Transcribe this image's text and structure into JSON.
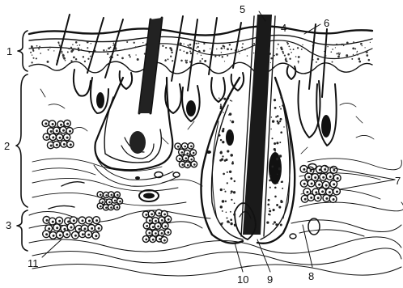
{
  "figure": {
    "labels": [
      {
        "id": "1",
        "text": "1"
      },
      {
        "id": "2",
        "text": "2"
      },
      {
        "id": "3",
        "text": "3"
      },
      {
        "id": "4",
        "text": "4"
      },
      {
        "id": "5",
        "text": "5"
      },
      {
        "id": "6",
        "text": "6"
      },
      {
        "id": "7",
        "text": "7"
      },
      {
        "id": "8",
        "text": "8"
      },
      {
        "id": "9",
        "text": "9"
      },
      {
        "id": "10",
        "text": "10"
      },
      {
        "id": "11",
        "text": "11"
      }
    ],
    "ink_color": "#111111",
    "background_color": "#ffffff"
  }
}
